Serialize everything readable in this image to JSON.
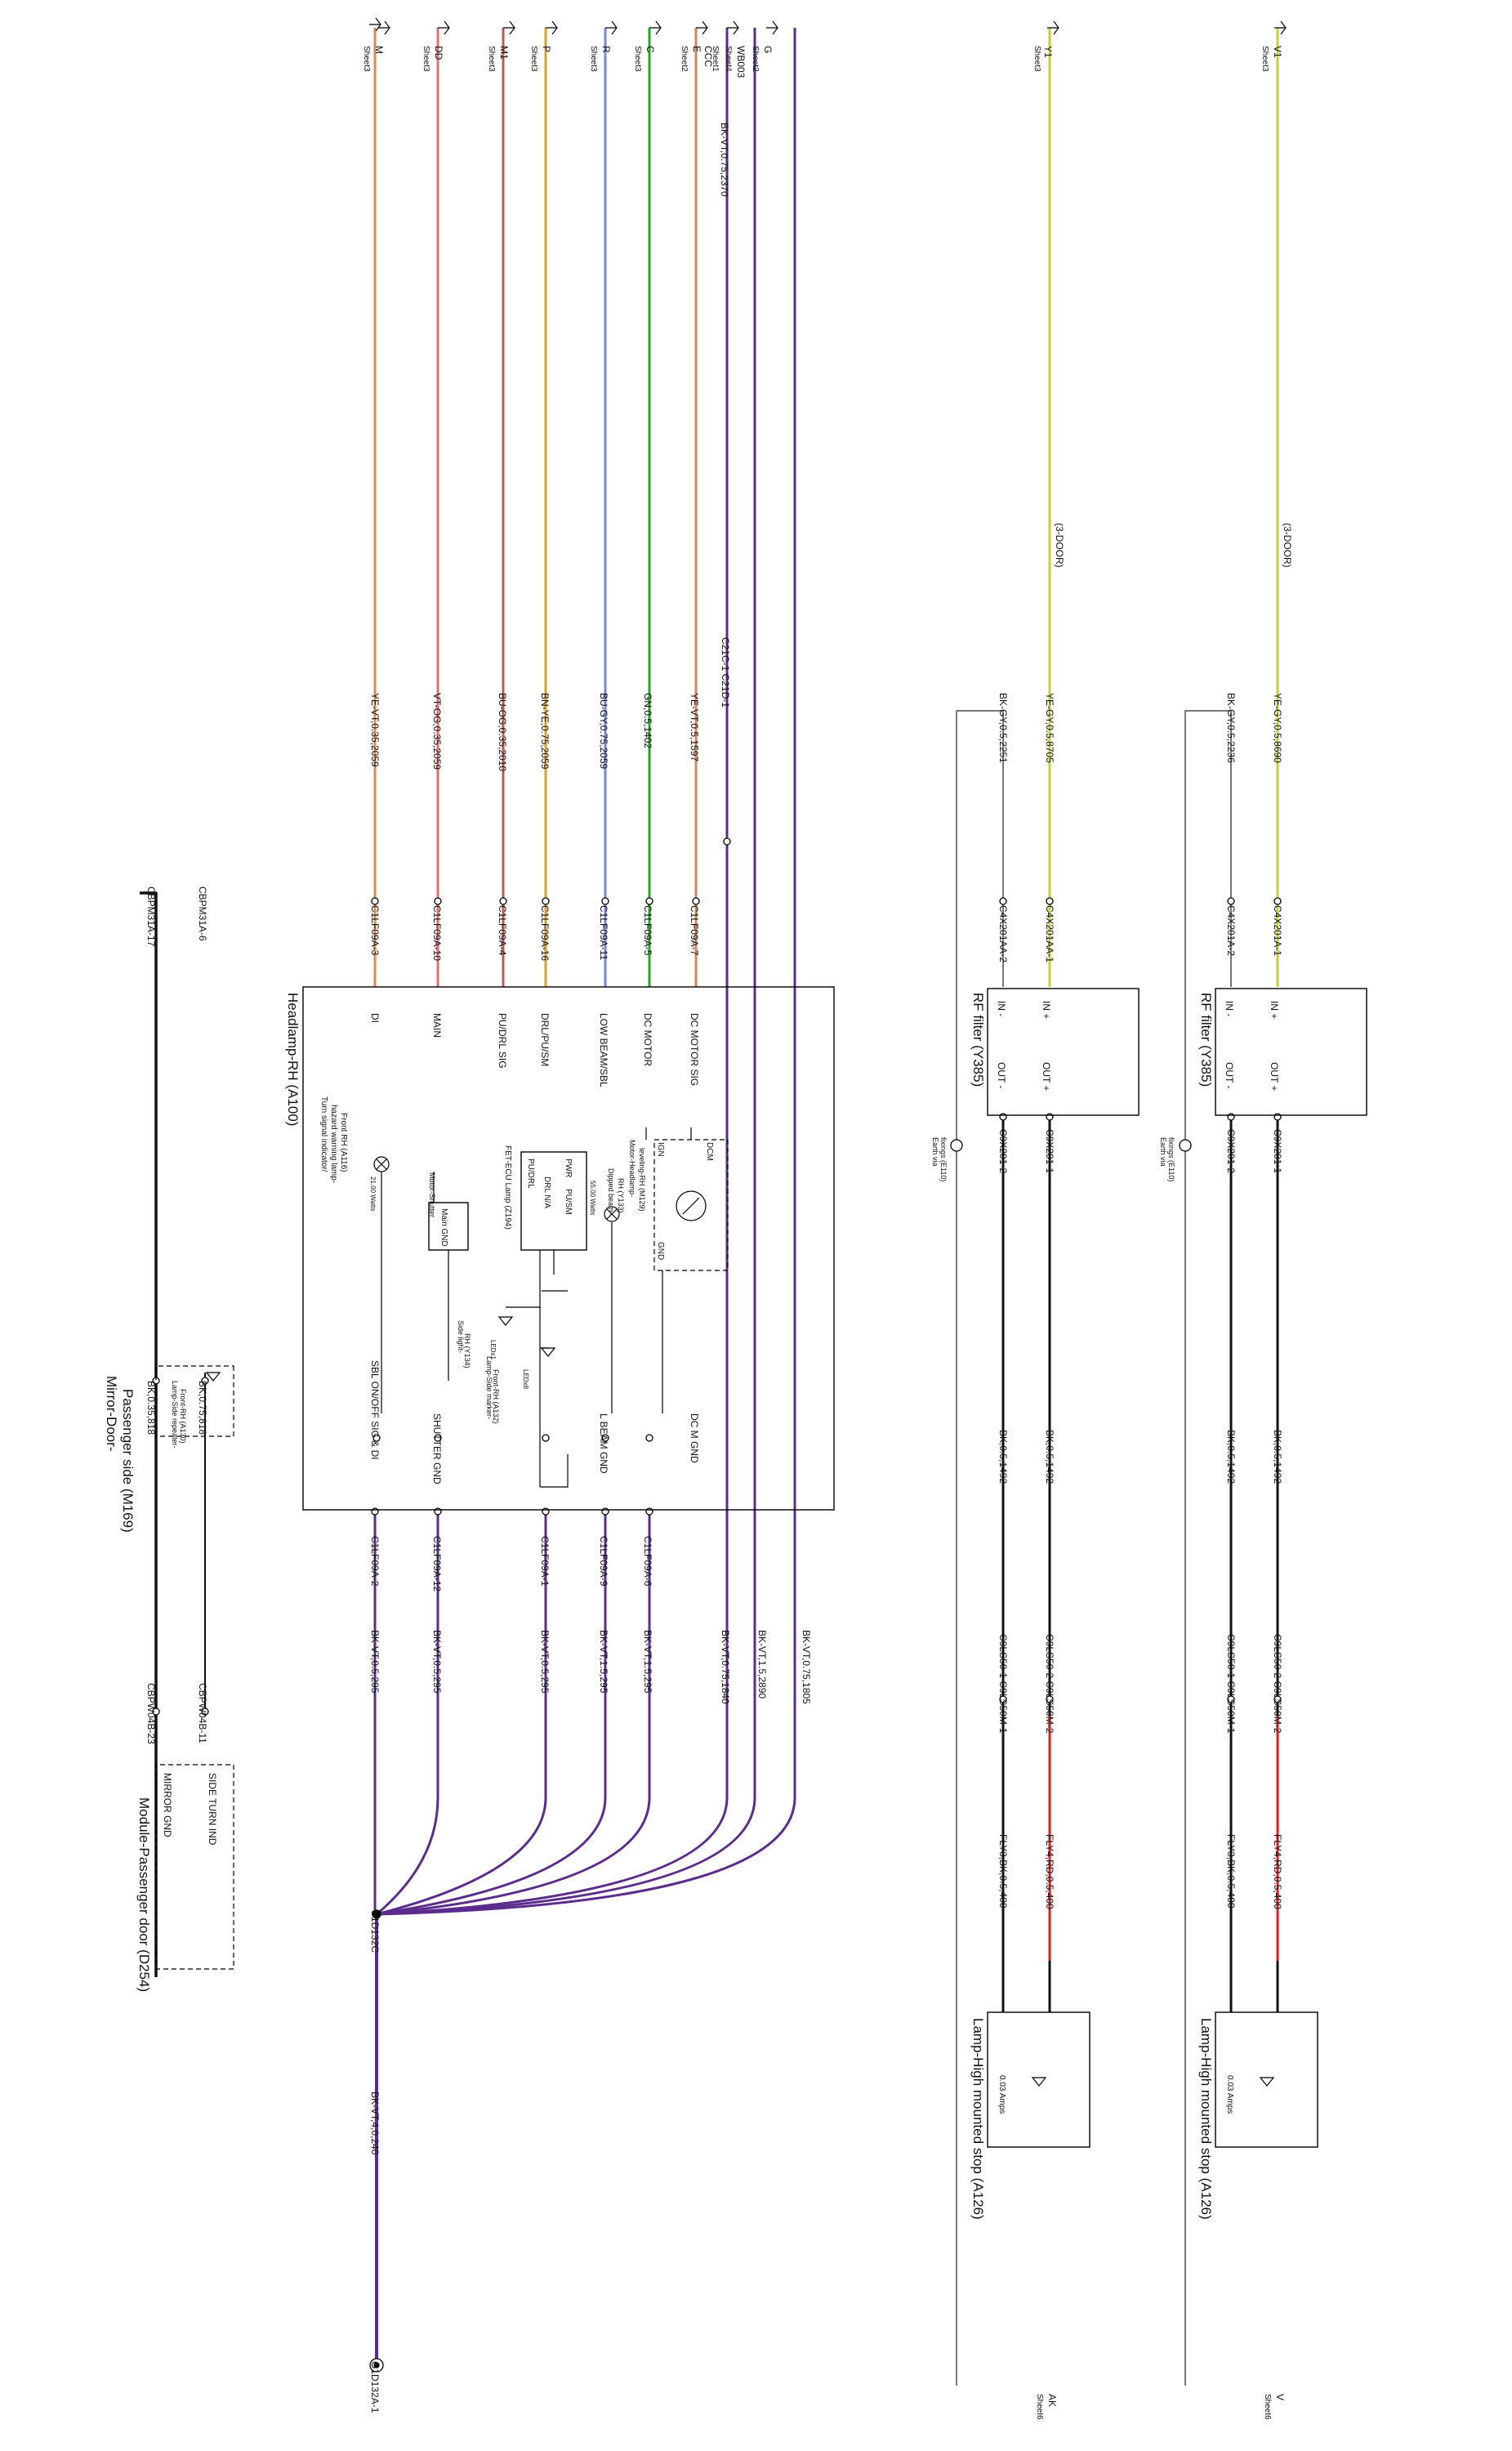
{
  "colors": {
    "vt": "#5b2c8c",
    "og": "#e2894a",
    "rd_dd": "#e07070",
    "og_m1": "#c05a5a",
    "ye_p": "#d8a22c",
    "bu_r": "#7a84d6",
    "gn_c": "#2aa52a",
    "ye_e": "#c98a5a",
    "ye_v1": "#c8cc3c",
    "bk": "#111111",
    "rd": "#e02020",
    "gy": "#777777"
  },
  "offsheet": {
    "m": {
      "sig": "M",
      "sheet": "Sheet3"
    },
    "dd": {
      "sig": "DD",
      "sheet": "Sheet3"
    },
    "m1": {
      "sig": "M1",
      "sheet": "Sheet3"
    },
    "p": {
      "sig": "P",
      "sheet": "Sheet3"
    },
    "r": {
      "sig": "R",
      "sheet": "Sheet3"
    },
    "c": {
      "sig": "C",
      "sheet": "Sheet3"
    },
    "e": {
      "sig": "E",
      "sheet": "Sheet2"
    },
    "ccc": {
      "sig": "CCC",
      "sheet": "Sheet1"
    },
    "wb": {
      "sig": "WB003",
      "sheet": "Sheet4"
    },
    "g": {
      "sig": "G",
      "sheet": "Sheet2"
    },
    "v1": {
      "sig": "V1",
      "sheet": "Sheet3"
    },
    "y1": {
      "sig": "Y1",
      "sheet": "Sheet3"
    },
    "v": {
      "sig": "V",
      "sheet": "Sheet6"
    },
    "ak": {
      "sig": "AK",
      "sheet": "Sheet6"
    }
  },
  "wires": {
    "m": "YE-VT,0.35,2059",
    "dd": "VT-OG,0.35,2059",
    "m1": "BU-OG,0.35,2010",
    "p": "BN-YE,0.75,2059",
    "r": "BU-GY,0.75,2059",
    "c": "GN,0.5,1402",
    "e": "YE-VT,0.5,1597",
    "ccc": "BK-VT,0.75,2370",
    "v1_top": "YE-GY,0.5,8690",
    "v1_gnd": "BK-GY,0.5,2236",
    "y1_top": "YE-GY,0.5,8705",
    "y1_gnd": "BK-GY,0.5,2251",
    "mirror_a": "BK,0.35,818",
    "mirror_b": "BK,0.75,818",
    "a2": "BK-VT,0.5,295",
    "a12": "BK-VT,0.5,295",
    "a1": "BK-VT,0.5,295",
    "a9": "BK-VT,1.5,295",
    "a6": "BK-VT,1.5,295",
    "ccc_b": "BK-VT,0.75,1840",
    "wb": "BK-VT,1.5,2890",
    "g": "BK-VT,0.75,1805",
    "main": "BK-VT,4,0,240",
    "rf_out": "BK,0.5,1492",
    "fly4": "FLY4,RD,0.5,400",
    "fly3": "FLY3,BK,0.5,400"
  },
  "connectors": {
    "c1": "C1LF09A-3",
    "c10": "C1LF09A-10",
    "c4": "C1LF09A-4",
    "c16": "C1LF09A-16",
    "c11": "C1LF09A-11",
    "c5": "C1LF09A-5",
    "c7": "C1LF09A-7",
    "c2": "C1LF09A-2",
    "c12": "C1LF09A-12",
    "cc1": "C1LF09A-1",
    "c9": "C1LF09A-9",
    "c6": "C1LF09A-6",
    "c21": "C21C-1 C21D-1",
    "cbpm17": "CBPM31A-17",
    "cbpm6": "CBPM31A-6",
    "cbpw23": "CBPW04B-23",
    "cbpw11": "CBPW04B-11",
    "s1d": "S1D132C",
    "g1d": "G1D132A-1",
    "v_c4x1": "C4X201A-1",
    "v_c4x2": "C4X201A-2",
    "v_c9x1": "C9X201-1",
    "v_c9x2": "C9X201-2",
    "v_c9l2": "C9LS50-2 C9LS50M-2",
    "v_c9l1": "C9LS50-1 C9LS50M-1",
    "y_c4x1": "C4X201AA-1",
    "y_c4x2": "C4X201AA-2",
    "y_c9x1": "C9X201-1",
    "y_c9x2": "C9X201-2",
    "y_c9l2": "C9LS50-2 C9LS50M-2",
    "y_c9l1": "C9LS50-1 C9LS50M-1"
  },
  "notes": {
    "three_door": "(3-DOOR)"
  },
  "headlamp": {
    "title": "Headlamp-RH (A100)",
    "pins": {
      "di": "DI",
      "main": "MAIN",
      "pu": "PU/DRL SIG",
      "drl": "DRL/PU/SM",
      "low": "LOW BEAM/SBL",
      "dcm": "DC MOTOR",
      "dcs": "DC MOTOR SIG",
      "sbl": "SBL ON/OFF SIG & DI",
      "shutter": "SHUTTER GND",
      "lbeam": "L BEAM GND",
      "dcgnd": "DC M GND"
    },
    "turn": {
      "l1": "Turn signal indicator/",
      "l2": "hazard warning lamp-",
      "l3": "Front RH (A116)",
      "watts": "21.00 Watts"
    },
    "motor_shutter": {
      "label": "Motor-Shutter",
      "pin": "Main GND"
    },
    "fet": {
      "l1": "FET-ECU Lamp (Z194)",
      "pudrl": "PU/DRL",
      "drlna": "DRL N/A",
      "pwr": "PWR",
      "pusm": "PU/SM"
    },
    "side_light": {
      "l1": "Side light-",
      "l2": "RH (Y134)",
      "leds": "LEDx1"
    },
    "side_marker": {
      "l1": "Lamp-Side marker-",
      "l2": "Front-RH (A132)",
      "leds": "LEDx8"
    },
    "dipped": {
      "l1": "Dipped beam-",
      "l2": "RH (Y133)",
      "watts": "55.00 Watts"
    },
    "level_motor": {
      "l1": "Motor-Headlamp-",
      "l2": "leveling-RH (M129)",
      "ign": "IGN",
      "gnd": "GND",
      "dcm": "DCM"
    }
  },
  "mirror": {
    "title1": "Mirror-Door-",
    "title2": "Passenger side (M169)",
    "lamp1": "Lamp-Side repeater-",
    "lamp2": "Front-RH (A130)"
  },
  "door_module": {
    "title": "Module-Passenger door (D254)",
    "mirror_gnd": "MIRROR GND",
    "side_turn": "SIDE TURN IND"
  },
  "rf_v": {
    "title": "RF filter (Y385)",
    "in_p": "IN +",
    "out_p": "OUT +",
    "in_m": "IN -",
    "out_m": "OUT -",
    "earth1": "Earth via",
    "earth2": "fixings (E110)"
  },
  "rf_y": {
    "title": "RF filter (Y385)",
    "in_p": "IN +",
    "out_p": "OUT +",
    "in_m": "IN -",
    "out_m": "OUT -",
    "earth1": "Earth via",
    "earth2": "fixings (E110)"
  },
  "lamp_v": {
    "title": "Lamp-High mounted stop (A126)",
    "amps": "0.03 Amps"
  },
  "lamp_y": {
    "title": "Lamp-High mounted stop (A126)",
    "amps": "0.03 Amps"
  }
}
